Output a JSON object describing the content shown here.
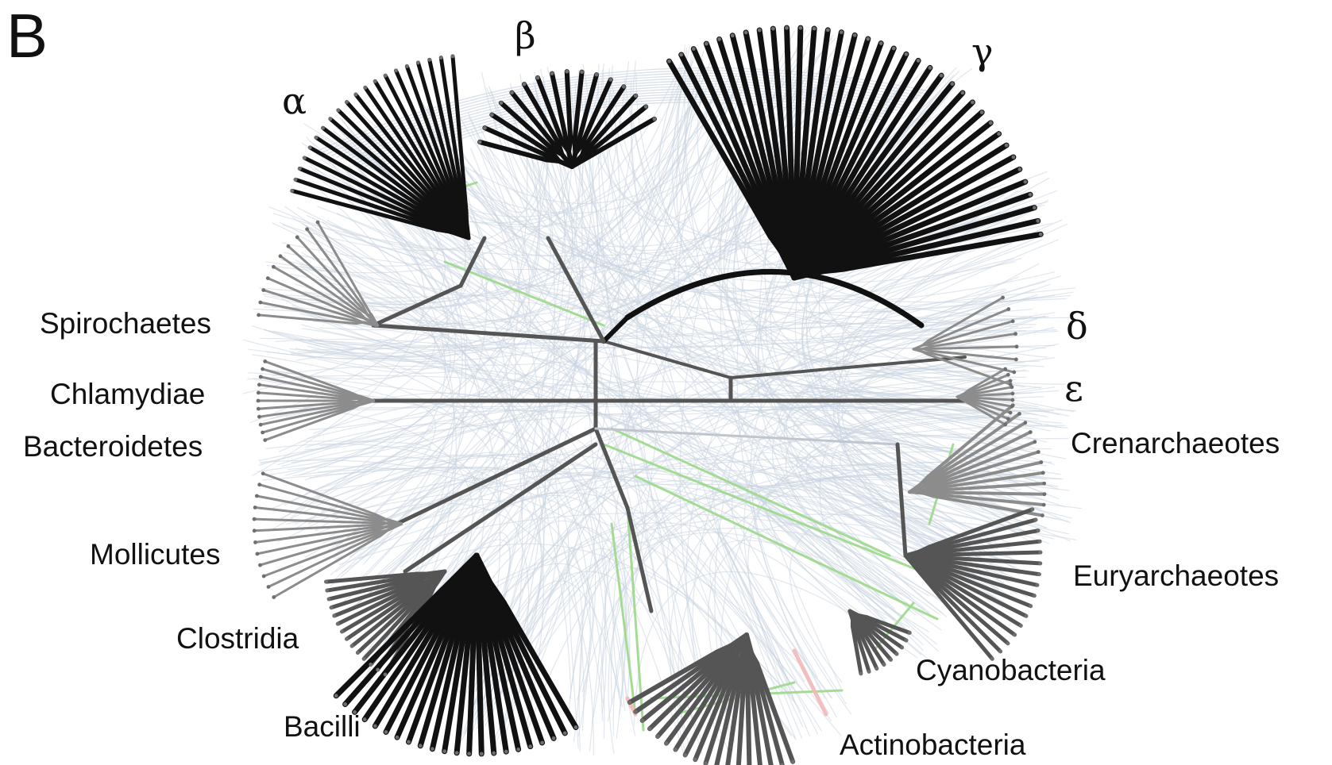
{
  "panel_label": "B",
  "clade_labels": {
    "alpha": "α",
    "beta": "β",
    "gamma": "γ",
    "delta": "δ",
    "epsilon": "ε",
    "spirochaetes": "Spirochaetes",
    "chlamydiae": "Chlamydiae",
    "bacteroidetes": "Bacteroidetes",
    "mollicutes": "Mollicutes",
    "clostridia": "Clostridia",
    "bacilli": "Bacilli",
    "actinobacteria": "Actinobacteria",
    "cyanobacteria": "Cyanobacteria",
    "euryarchaeotes": "Euryarchaeotes",
    "crenarchaeotes": "Crenarchaeotes"
  },
  "colors": {
    "branch_dark": "#111111",
    "branch_mid": "#555555",
    "branch_light": "#8c8c8c",
    "transfer_edge": "#c9d3e0",
    "transfer_green": "#9bd88a",
    "transfer_pink": "#f2b8b8"
  }
}
